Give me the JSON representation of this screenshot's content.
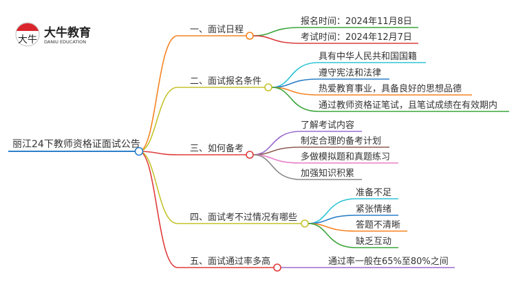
{
  "logo": {
    "name": "大牛教育",
    "subtitle": "DANIU EDUCATION",
    "mark": "大牛"
  },
  "root": {
    "label": "丽江24下教师资格证面试公告",
    "color": "#2a7fc9"
  },
  "branches": [
    {
      "label": "一、面试日程",
      "color": "#f5821f",
      "children": [
        {
          "label": "报名时间：2024年11月8日",
          "color": "#3aa53a"
        },
        {
          "label": "考试时间：2024年12月7日",
          "color": "#d9383a"
        }
      ]
    },
    {
      "label": "二、面试报名条件",
      "color": "#c4c22c",
      "children": [
        {
          "label": "具有中华人民共和国国籍",
          "color": "#2ec4d6"
        },
        {
          "label": "遵守宪法和法律",
          "color": "#2a7fc9"
        },
        {
          "label": "热爱教育事业，具备良好的思想品德",
          "color": "#f5821f"
        },
        {
          "label": "通过教师资格证笔试，且笔试成绩在有效期内",
          "color": "#3aa53a"
        }
      ]
    },
    {
      "label": "三、如何备考",
      "color": "#e03a3a",
      "children": [
        {
          "label": "了解考试内容",
          "color": "#9b6ccf"
        },
        {
          "label": "制定合理的备考计划",
          "color": "#8c5a4e"
        },
        {
          "label": "多做模拟题和真题练习",
          "color": "#e87fc8"
        },
        {
          "label": "加强知识积累",
          "color": "#888888"
        }
      ]
    },
    {
      "label": "四、面试考不过情况有哪些",
      "color": "#c4c22c",
      "children": [
        {
          "label": "准备不足",
          "color": "#2ec4d6"
        },
        {
          "label": "紧张情绪",
          "color": "#2a7fc9"
        },
        {
          "label": "答题不清晰",
          "color": "#f5821f"
        },
        {
          "label": "缺乏互动",
          "color": "#3aa53a"
        }
      ]
    },
    {
      "label": "五、面试通过率多高",
      "color": "#e03a3a",
      "children": [
        {
          "label": "通过率一般在65%至80%之间",
          "color": "#9b6ccf"
        }
      ]
    }
  ]
}
